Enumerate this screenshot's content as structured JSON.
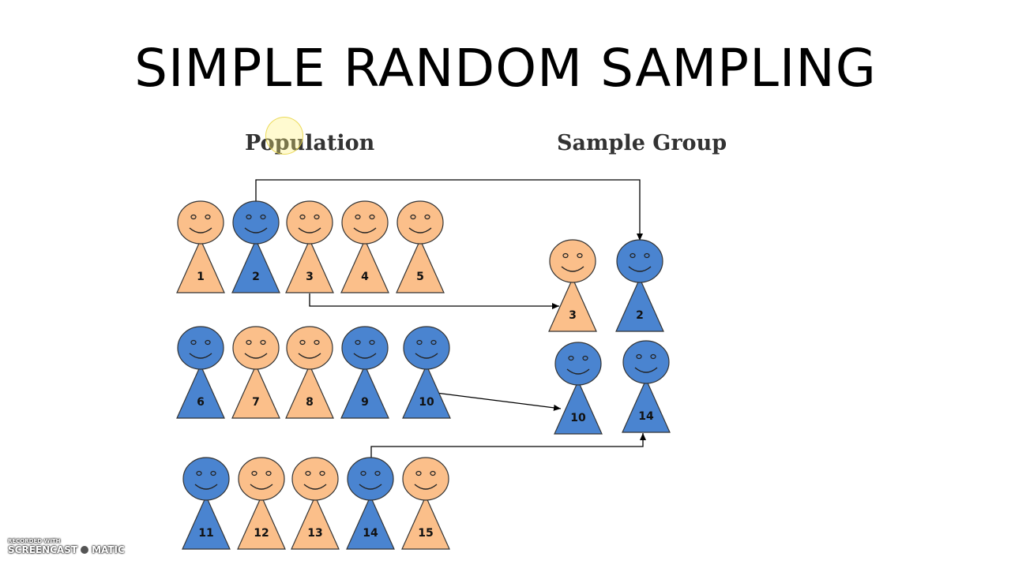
{
  "title": "SIMPLE RANDOM SAMPLING",
  "labels": {
    "population": "Population",
    "sample": "Sample Group"
  },
  "colors": {
    "orange": "#fbbf8a",
    "blue": "#4a84d0",
    "stroke": "#333333",
    "arrow": "#000000"
  },
  "population": [
    {
      "id": "1",
      "color": "orange"
    },
    {
      "id": "2",
      "color": "blue"
    },
    {
      "id": "3",
      "color": "orange"
    },
    {
      "id": "4",
      "color": "orange"
    },
    {
      "id": "5",
      "color": "orange"
    },
    {
      "id": "6",
      "color": "blue"
    },
    {
      "id": "7",
      "color": "orange"
    },
    {
      "id": "8",
      "color": "orange"
    },
    {
      "id": "9",
      "color": "blue"
    },
    {
      "id": "10",
      "color": "blue"
    },
    {
      "id": "11",
      "color": "blue"
    },
    {
      "id": "12",
      "color": "orange"
    },
    {
      "id": "13",
      "color": "orange"
    },
    {
      "id": "14",
      "color": "blue"
    },
    {
      "id": "15",
      "color": "orange"
    }
  ],
  "sample": [
    {
      "id": "3",
      "color": "orange"
    },
    {
      "id": "2",
      "color": "blue"
    },
    {
      "id": "10",
      "color": "blue"
    },
    {
      "id": "14",
      "color": "blue"
    }
  ],
  "watermark": {
    "line1": "RECORDED WITH",
    "left": "SCREENCAST",
    "right": "MATIC"
  }
}
